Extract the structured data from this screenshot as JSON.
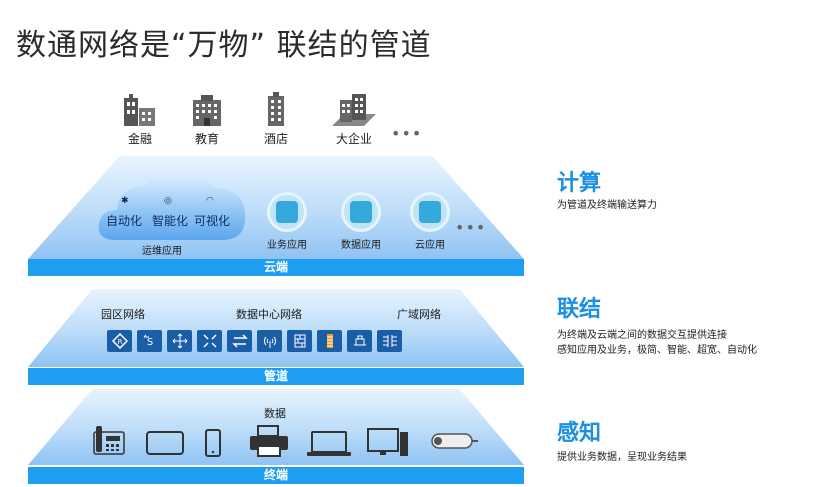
{
  "title": "数通网络是“万物” 联结的管道",
  "buildings": [
    {
      "label": "金融",
      "icon": "bank-building-icon"
    },
    {
      "label": "教育",
      "icon": "school-building-icon"
    },
    {
      "label": "酒店",
      "icon": "hotel-tower-icon"
    },
    {
      "label": "大企业",
      "icon": "enterprise-buildings-icon"
    }
  ],
  "ellipsis": "•••",
  "cloud_layer": {
    "cloud_items": [
      "自动化",
      "智能化",
      "可视化"
    ],
    "cloud_caption": "运维应用",
    "apps": [
      "业务应用",
      "数据应用",
      "云应用"
    ],
    "band": "云端"
  },
  "pipe_layer": {
    "groups": [
      "园区网络",
      "数据中心网络",
      "广域网络"
    ],
    "band": "管道"
  },
  "terminal_layer": {
    "caption": "数据",
    "devices": [
      "desk-phone-icon",
      "tablet-icon",
      "smartphone-icon",
      "printer-icon",
      "laptop-icon",
      "desktop-computer-icon",
      "camera-icon"
    ],
    "band": "终端"
  },
  "side": [
    {
      "heading": "计算",
      "lines": [
        "为管道及终端输送算力"
      ]
    },
    {
      "heading": "联结",
      "lines": [
        "为终端及云端之间的数据交互提供连接",
        "感知应用及业务，极简、智能、超宽、自动化"
      ]
    },
    {
      "heading": "感知",
      "lines": [
        "提供业务数据，呈现业务结果"
      ]
    }
  ],
  "colors": {
    "band": "#1d9ef0",
    "accent": "#1a8fe3",
    "icon_blue": "#1b5ea8"
  }
}
